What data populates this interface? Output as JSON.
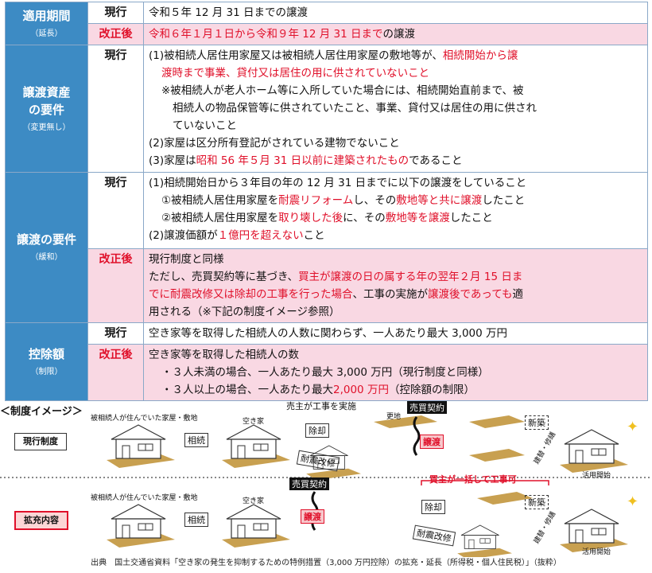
{
  "table": {
    "period": {
      "title": "適用期間",
      "note": "（延長）",
      "current_label": "現行",
      "current_text": "令和５年 12 月 31 日までの譲渡",
      "revised_label": "改正後",
      "revised_text_red": "令和６年１月１日から令和９年 12 月 31 日まで",
      "revised_text_tail": "の譲渡"
    },
    "asset": {
      "title1": "譲渡資産",
      "title2": "の要件",
      "note": "（変更無し）",
      "current_label": "現行",
      "l1_a": "(1)被相続人居住用家屋又は被相続人居住用家屋の敷地等が、",
      "l1_b_red": "相続開始から譲",
      "l2_red": "渡時まで事業、貸付又は居住の用に供されていないこと",
      "l3": "※被相続人が老人ホーム等に入所していた場合には、相続開始直前まで、被",
      "l4": "相続人の物品保管等に供されていたこと、事業、貸付又は居住の用に供され",
      "l5": "ていないこと",
      "l6": "(2)家屋は区分所有登記がされている建物でないこと",
      "l7_a": "(3)家屋は",
      "l7_red": "昭和 56 年５月 31 日以前に建築されたもの",
      "l7_b": "であること"
    },
    "transfer": {
      "title": "譲渡の要件",
      "note": "（緩和）",
      "current_label": "現行",
      "l1": "(1)相続開始日から３年目の年の 12 月 31 日までに以下の譲渡をしていること",
      "l2_a": "①被相続人居住用家屋を",
      "l2_red1": "耐震リフォーム",
      "l2_b": "し、その",
      "l2_red2": "敷地等と共に譲渡",
      "l2_c": "したこと",
      "l3_a": "②被相続人居住用家屋を",
      "l3_red1": "取り壊した後",
      "l3_b": "に、その",
      "l3_red2": "敷地等を譲渡",
      "l3_c": "したこと",
      "l4_a": "(2)譲渡価額が",
      "l4_red": "１億円を超えない",
      "l4_b": "こと",
      "revised_label": "改正後",
      "r1": "現行制度と同様",
      "r2_a": "ただし、売買契約等に基づき、",
      "r2_red": "買主が譲渡の日の属する年の翌年２月 15 日ま",
      "r3_red1": "でに耐震改修又は除却の工事を行った場合",
      "r3_b": "、工事の実施が",
      "r3_red2": "譲渡後であっても",
      "r3_c": "適",
      "r4": "用される（※下記の制度イメージ参照）"
    },
    "deduction": {
      "title": "控除額",
      "note": "（制限）",
      "current_label": "現行",
      "current_text": "空き家等を取得した相続人の人数に関わらず、一人あたり最大 3,000 万円",
      "revised_label": "改正後",
      "r1": "空き家等を取得した相続人の数",
      "r2": "・３人未満の場合、一人あたり最大 3,000 万円（現行制度と同様）",
      "r3_a": "・３人以上の場合、一人あたり最大",
      "r3_red": "2,000 万円",
      "r3_b": "（控除額の制限）"
    }
  },
  "diagram": {
    "title": "＜制度イメージ＞",
    "row1_label": "現行制度",
    "row2_label": "拡充内容",
    "house_caption": "被相続人が住んでいた家屋・敷地",
    "vacant_caption": "空き家",
    "inherit": "相続",
    "demolish": "除却",
    "retrofit": "耐震改修",
    "seller_work": "売主が工事を実施",
    "vacant_lot": "更地",
    "sale_contract": "売買契約",
    "transfer": "譲渡",
    "new_build": "新築",
    "renovate": "建替・修繕",
    "use_start": "活用開始",
    "buyer_work": "買主が一括して工事可"
  },
  "source": "出典　国土交通省資料「空き家の発生を抑制するための特例措置（3,000 万円控除）の拡充・延長（所得税・個人住民税）」（抜粋）",
  "colors": {
    "category_blue": "#3d8bc4",
    "revised_pink": "#f9d8e3",
    "red_text": "#e0102a"
  }
}
